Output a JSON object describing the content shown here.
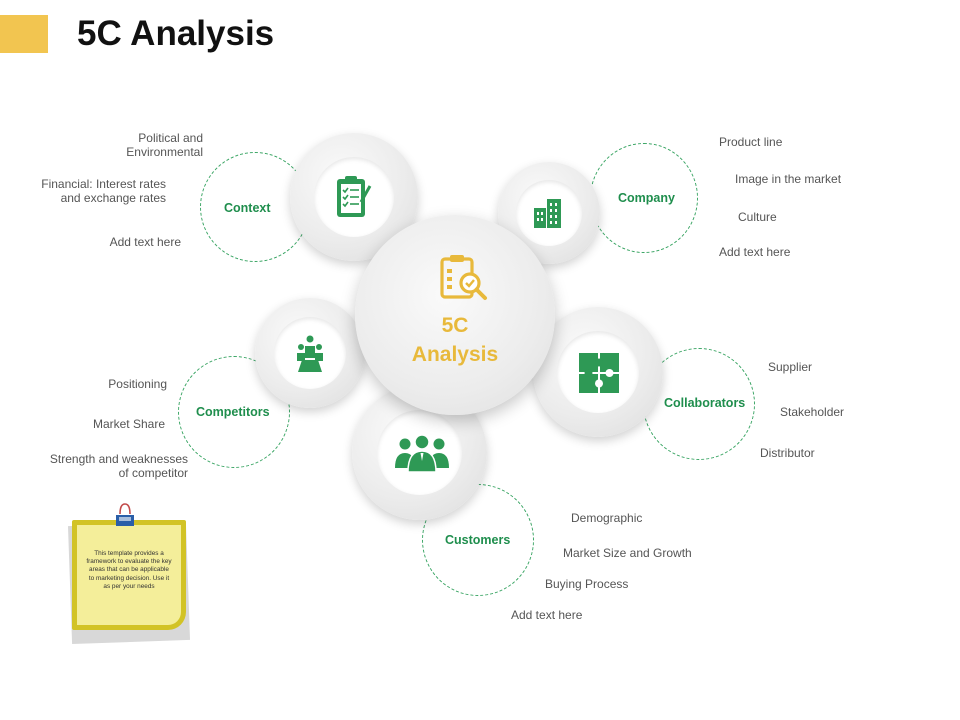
{
  "title": "5C Analysis",
  "center": {
    "line1": "5C",
    "line2": "Analysis"
  },
  "nodes": {
    "context": {
      "label": "Context",
      "notes": [
        "Political and\nEnvironmental",
        "Financial: Interest rates\nand exchange rates",
        "Add text here"
      ]
    },
    "company": {
      "label": "Company",
      "notes": [
        "Product line",
        "Image in the market",
        "Culture",
        "Add text here"
      ]
    },
    "competitors": {
      "label": "Competitors",
      "notes": [
        "Positioning",
        "Market Share",
        "Strength and weaknesses\nof competitor"
      ]
    },
    "collaborators": {
      "label": "Collaborators",
      "notes": [
        "Supplier",
        "Stakeholder",
        "Distributor"
      ]
    },
    "customers": {
      "label": "Customers",
      "notes": [
        "Demographic",
        "Market Size and Growth",
        "Buying Process",
        "Add text here"
      ]
    }
  },
  "sticky_note": "This template provides a framework to evaluate the key areas that can be applicable to marketing decision. Use it as per your needs",
  "colors": {
    "accent": "#f2c550",
    "green": "#2e9955",
    "gold": "#e8b93b"
  },
  "icons": {
    "context": "clipboard-checklist-icon",
    "company": "buildings-icon",
    "competitors": "business-meeting-icon",
    "collaborators": "puzzle-icon",
    "customers": "group-of-people-icon",
    "center": "clipboard-magnifier-icon"
  }
}
